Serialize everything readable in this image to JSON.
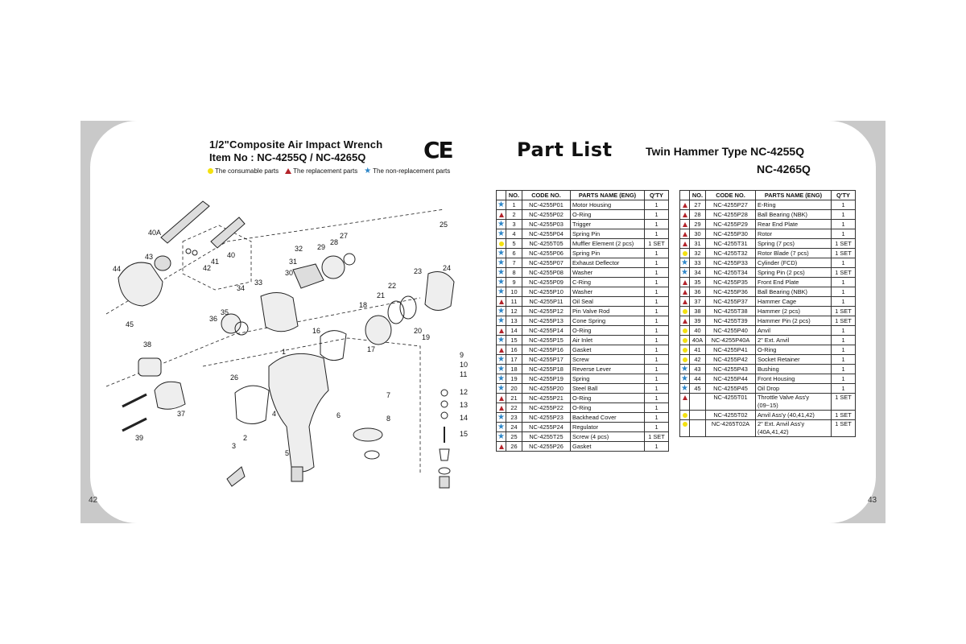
{
  "left_page": {
    "title": "1/2\"Composite Air Impact Wrench",
    "item_no": "Item No : NC-4255Q / NC-4265Q",
    "ce_mark": "CE",
    "legend": {
      "consumable": "The consumable parts",
      "replacement": "The replacement parts",
      "non_replacement": "The non-replacement parts"
    },
    "page_number": "42",
    "callouts": [
      "40A",
      "43",
      "44",
      "45",
      "42",
      "41",
      "40",
      "32",
      "31",
      "29",
      "28",
      "27",
      "25",
      "24",
      "23",
      "22",
      "21",
      "34",
      "33",
      "30",
      "35",
      "36",
      "18",
      "20",
      "19",
      "16",
      "17",
      "38",
      "1",
      "26",
      "37",
      "39",
      "2",
      "3",
      "4",
      "5",
      "6",
      "7",
      "8",
      "9",
      "10",
      "11",
      "12",
      "13",
      "14",
      "15"
    ]
  },
  "right_page": {
    "title": "Part  List",
    "subtitle_1": "Twin Hammer Type NC-4255Q",
    "subtitle_2": "NC-4265Q",
    "page_number": "43",
    "headers": [
      "NO.",
      "CODE NO.",
      "PARTS NAME (ENG)",
      "Q'TY"
    ],
    "table_left": [
      {
        "t": "s",
        "no": "1",
        "code": "NC-4255P01",
        "name": "Motor Housing",
        "qty": "1"
      },
      {
        "t": "r",
        "no": "2",
        "code": "NC-4255P02",
        "name": "O-Ring",
        "qty": "1"
      },
      {
        "t": "s",
        "no": "3",
        "code": "NC-4255P03",
        "name": "Trigger",
        "qty": "1"
      },
      {
        "t": "s",
        "no": "4",
        "code": "NC-4255P04",
        "name": "Spring Pin",
        "qty": "1"
      },
      {
        "t": "c",
        "no": "5",
        "code": "NC-4255T05",
        "name": "Muffler Element (2 pcs)",
        "qty": "1 SET"
      },
      {
        "t": "s",
        "no": "6",
        "code": "NC-4255P06",
        "name": "Spring Pin",
        "qty": "1"
      },
      {
        "t": "s",
        "no": "7",
        "code": "NC-4255P07",
        "name": "Exhaust Deflector",
        "qty": "1"
      },
      {
        "t": "s",
        "no": "8",
        "code": "NC-4255P08",
        "name": "Washer",
        "qty": "1"
      },
      {
        "t": "s",
        "no": "9",
        "code": "NC-4255P09",
        "name": "C-Ring",
        "qty": "1"
      },
      {
        "t": "s",
        "no": "10",
        "code": "NC-4255P10",
        "name": "Washer",
        "qty": "1"
      },
      {
        "t": "r",
        "no": "11",
        "code": "NC-4255P11",
        "name": "Oil Seal",
        "qty": "1"
      },
      {
        "t": "s",
        "no": "12",
        "code": "NC-4255P12",
        "name": "Pin Valve Rod",
        "qty": "1"
      },
      {
        "t": "s",
        "no": "13",
        "code": "NC-4255P13",
        "name": "Cone Spring",
        "qty": "1"
      },
      {
        "t": "r",
        "no": "14",
        "code": "NC-4255P14",
        "name": "O-Ring",
        "qty": "1"
      },
      {
        "t": "s",
        "no": "15",
        "code": "NC-4255P15",
        "name": "Air Inlet",
        "qty": "1"
      },
      {
        "t": "r",
        "no": "16",
        "code": "NC-4255P16",
        "name": "Gasket",
        "qty": "1"
      },
      {
        "t": "s",
        "no": "17",
        "code": "NC-4255P17",
        "name": "Screw",
        "qty": "1"
      },
      {
        "t": "s",
        "no": "18",
        "code": "NC-4255P18",
        "name": "Reverse Lever",
        "qty": "1"
      },
      {
        "t": "s",
        "no": "19",
        "code": "NC-4255P19",
        "name": "Spring",
        "qty": "1"
      },
      {
        "t": "s",
        "no": "20",
        "code": "NC-4255P20",
        "name": "Steel Ball",
        "qty": "1"
      },
      {
        "t": "r",
        "no": "21",
        "code": "NC-4255P21",
        "name": "O-Ring",
        "qty": "1"
      },
      {
        "t": "r",
        "no": "22",
        "code": "NC-4255P22",
        "name": "O-Ring",
        "qty": "1"
      },
      {
        "t": "s",
        "no": "23",
        "code": "NC-4255P23",
        "name": "Backhead Cover",
        "qty": "1"
      },
      {
        "t": "s",
        "no": "24",
        "code": "NC-4255P24",
        "name": "Regulator",
        "qty": "1"
      },
      {
        "t": "s",
        "no": "25",
        "code": "NC-4255T25",
        "name": "Screw (4 pcs)",
        "qty": "1 SET"
      },
      {
        "t": "r",
        "no": "26",
        "code": "NC-4255P26",
        "name": "Gasket",
        "qty": "1"
      }
    ],
    "table_right": [
      {
        "t": "r",
        "no": "27",
        "code": "NC-4255P27",
        "name": "E-Ring",
        "qty": "1"
      },
      {
        "t": "r",
        "no": "28",
        "code": "NC-4255P28",
        "name": "Ball Bearing (NBK)",
        "qty": "1"
      },
      {
        "t": "r",
        "no": "29",
        "code": "NC-4255P29",
        "name": "Rear End Plate",
        "qty": "1"
      },
      {
        "t": "r",
        "no": "30",
        "code": "NC-4255P30",
        "name": "Rotor",
        "qty": "1"
      },
      {
        "t": "r",
        "no": "31",
        "code": "NC-4255T31",
        "name": "Spring (7 pcs)",
        "qty": "1 SET"
      },
      {
        "t": "c",
        "no": "32",
        "code": "NC-4255T32",
        "name": "Rotor Blade (7 pcs)",
        "qty": "1 SET"
      },
      {
        "t": "s",
        "no": "33",
        "code": "NC-4255P33",
        "name": "Cylinder (FCD)",
        "qty": "1"
      },
      {
        "t": "s",
        "no": "34",
        "code": "NC-4255T34",
        "name": "Spring Pin (2 pcs)",
        "qty": "1 SET"
      },
      {
        "t": "r",
        "no": "35",
        "code": "NC-4255P35",
        "name": "Front End Plate",
        "qty": "1"
      },
      {
        "t": "r",
        "no": "36",
        "code": "NC-4255P36",
        "name": "Ball Bearing (NBK)",
        "qty": "1"
      },
      {
        "t": "r",
        "no": "37",
        "code": "NC-4255P37",
        "name": "Hammer Cage",
        "qty": "1"
      },
      {
        "t": "c",
        "no": "38",
        "code": "NC-4255T38",
        "name": "Hammer (2 pcs)",
        "qty": "1 SET"
      },
      {
        "t": "r",
        "no": "39",
        "code": "NC-4255T39",
        "name": "Hammer Pin (2 pcs)",
        "qty": "1 SET"
      },
      {
        "t": "c",
        "no": "40",
        "code": "NC-4255P40",
        "name": "Anvil",
        "qty": "1"
      },
      {
        "t": "c",
        "no": "40A",
        "code": "NC-4255P40A",
        "name": "2\" Ext. Anvil",
        "qty": "1"
      },
      {
        "t": "c",
        "no": "41",
        "code": "NC-4255P41",
        "name": "O-Ring",
        "qty": "1"
      },
      {
        "t": "c",
        "no": "42",
        "code": "NC-4255P42",
        "name": "Socket Retainer",
        "qty": "1"
      },
      {
        "t": "s",
        "no": "43",
        "code": "NC-4255P43",
        "name": "Bushing",
        "qty": "1"
      },
      {
        "t": "s",
        "no": "44",
        "code": "NC-4255P44",
        "name": "Front Housing",
        "qty": "1"
      },
      {
        "t": "s",
        "no": "45",
        "code": "NC-4255P45",
        "name": "Oil Drop",
        "qty": "1"
      },
      {
        "t": "r",
        "no": "",
        "code": "NC-4255T01",
        "name": "Throttle Valve Ass'y",
        "name2": "(09~15)",
        "qty": "1 SET"
      },
      {
        "t": "c",
        "no": "",
        "code": "NC-4255T02",
        "name": "Anvil Ass'y (40,41,42)",
        "qty": "1 SET"
      },
      {
        "t": "c",
        "no": "",
        "code": "NC-4265T02A",
        "name": "2\" Ext. Anvil Ass'y",
        "name2": "(40A,41,42)",
        "qty": "1 SET"
      }
    ]
  },
  "colors": {
    "consumable": "#f4e10f",
    "replacement": "#b3232a",
    "non_replacement": "#2d86c8",
    "band": "#c9c9c9"
  }
}
